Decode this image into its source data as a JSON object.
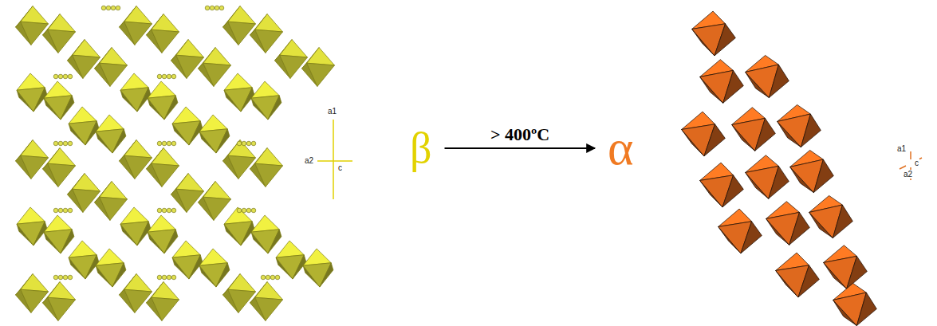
{
  "diagram": {
    "nodes": [
      {
        "text": [
          "β"
        ]
      },
      {
        "text": [
          "α"
        ]
      }
    ],
    "edges": [
      {
        "from": 0,
        "to": 1,
        "arrow": "to",
        "label": "> 400ºC"
      }
    ],
    "labels": [
      "a1",
      "a2",
      "c",
      "a1",
      "c",
      "a2"
    ]
  }
}
